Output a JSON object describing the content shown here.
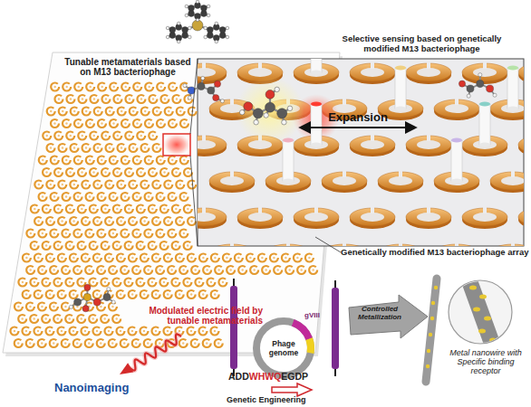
{
  "diagram": {
    "nodes": [
      {
        "text": [
          "Tunable metamaterials based on M13 bacteriophage"
        ]
      },
      {
        "text": [
          "Selective sensing based on genetically modified M13 bacteriophage",
          "Expansion"
        ]
      },
      {
        "text": [
          "Phage genome"
        ]
      },
      {
        "text": [
          "Metal nanowire with Specific binding receptor"
        ]
      }
    ],
    "labels": [
      "Genetically modified M13 bacteriophage array",
      "Modulated electric field by tunable metamaterials",
      "Nanoimaging",
      "gVIII",
      "ADD",
      "WHWQ",
      "EGDP",
      "Genetic Engineering",
      "Controlled Metallization"
    ]
  }
}
